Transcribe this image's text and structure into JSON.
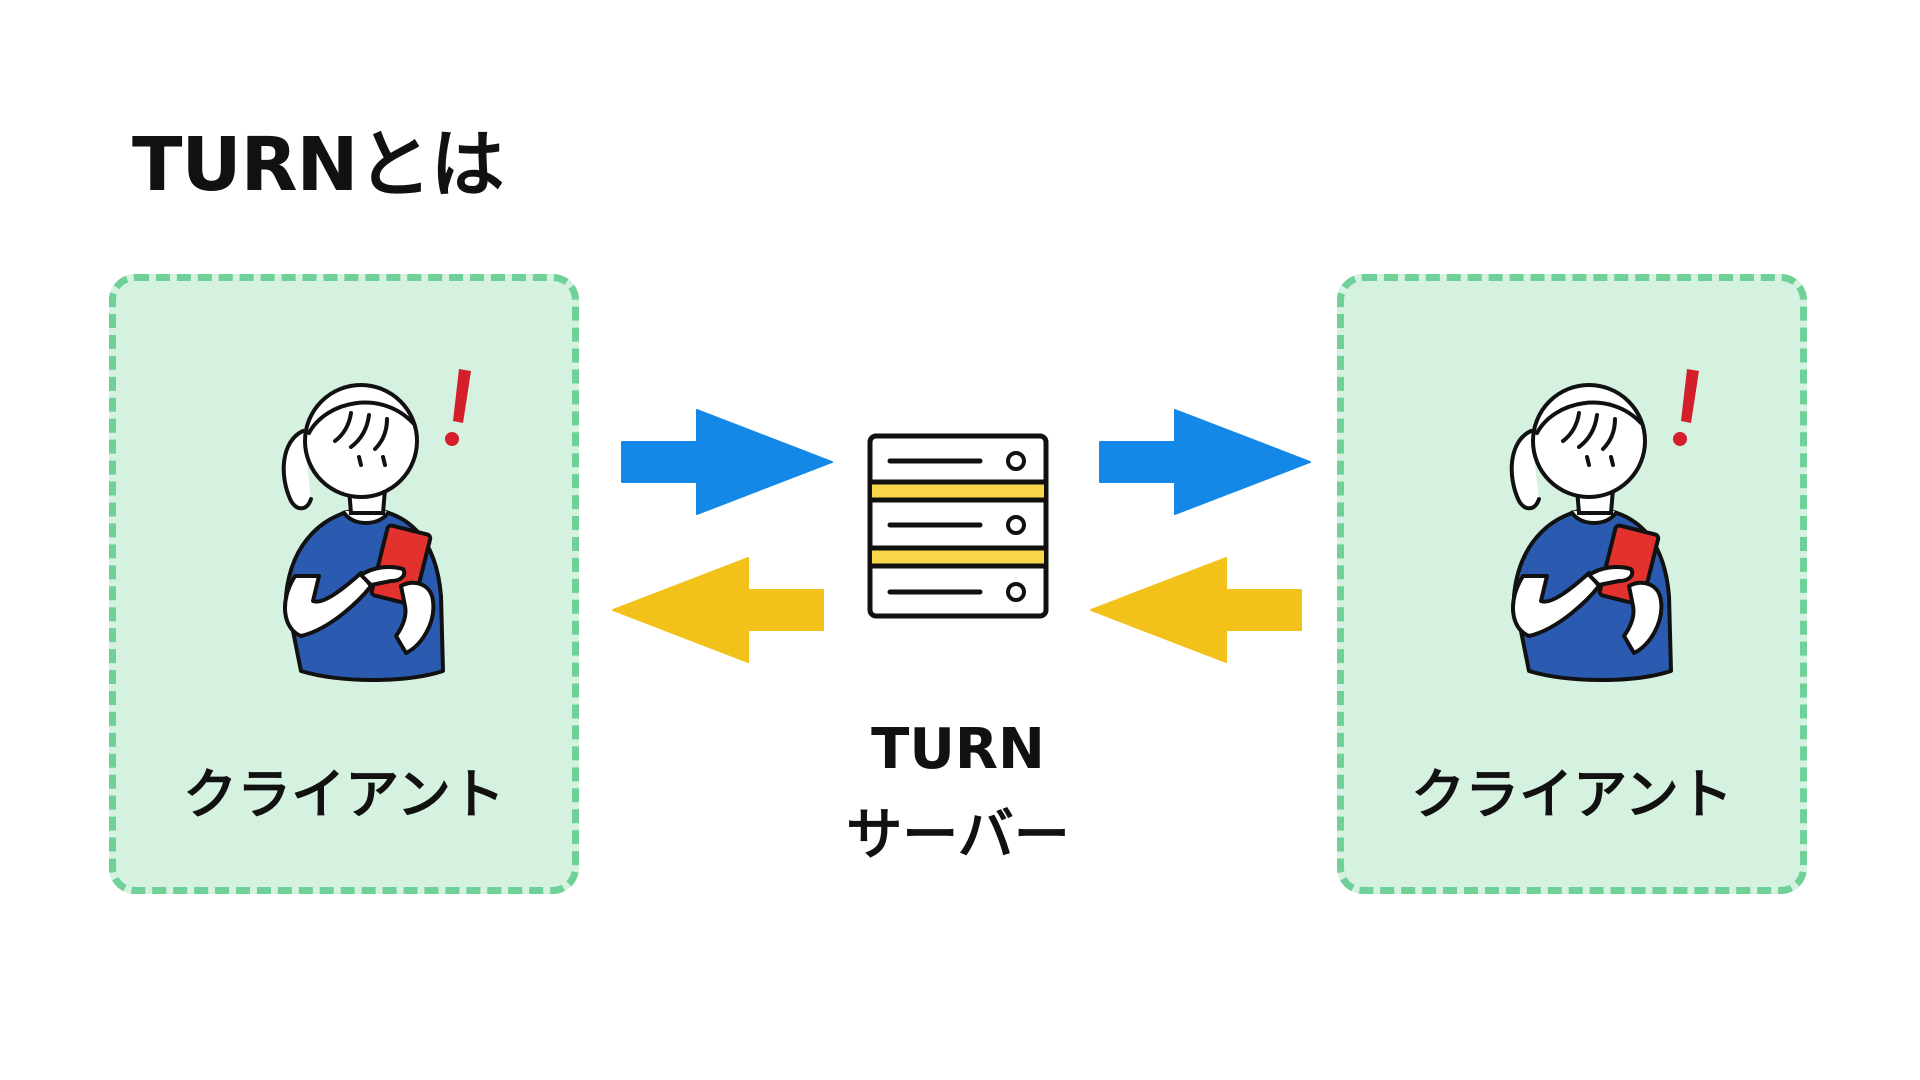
{
  "title": "TURNとは",
  "clients": {
    "left_label": "クライアント",
    "right_label": "クライアント"
  },
  "server": {
    "label_line1": "TURN",
    "label_line2": "サーバー"
  },
  "colors": {
    "client_fill": "#d5f1e0",
    "client_border": "#6fd197",
    "arrow_outgoing": "#1488e6",
    "arrow_incoming": "#f2c21b",
    "server_stripe": "#f8d84a",
    "shirt": "#2a5bb0",
    "phone": "#e3312d",
    "alert": "#d41f2b"
  },
  "icons": {
    "person": "person-using-phone-icon",
    "alert": "exclamation-icon",
    "server": "server-rack-icon",
    "arrow_right": "arrow-right-icon",
    "arrow_left": "arrow-left-icon"
  }
}
